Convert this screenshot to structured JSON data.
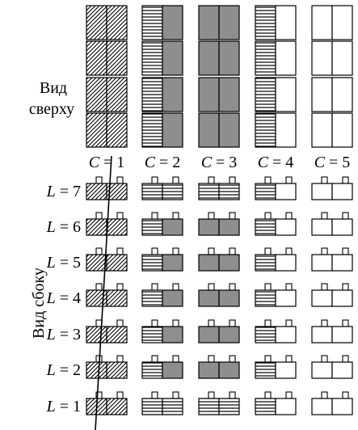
{
  "labels": {
    "top_view": [
      "Вид",
      "сверху"
    ],
    "side_view": "Вид сбоку",
    "c_symbol": "C",
    "l_symbol": "L",
    "equals": "="
  },
  "columns": [
    {
      "c": "1",
      "left": "diagonal",
      "right": "diagonal"
    },
    {
      "c": "2",
      "left": "horizontal",
      "right": "gray"
    },
    {
      "c": "3",
      "left": "gray",
      "right": "gray"
    },
    {
      "c": "4",
      "left": "horizontal",
      "right": "white"
    },
    {
      "c": "5",
      "left": "white",
      "right": "white"
    }
  ],
  "rows": [
    {
      "l": "7",
      "cells": [
        [
          "diagonal",
          "diagonal"
        ],
        [
          "horizontal",
          "horizontal"
        ],
        [
          "horizontal",
          "horizontal"
        ],
        [
          "horizontal",
          "white"
        ],
        [
          "white",
          "white"
        ]
      ]
    },
    {
      "l": "6",
      "cells": [
        [
          "diagonal",
          "diagonal"
        ],
        [
          "horizontal",
          "gray"
        ],
        [
          "gray",
          "gray"
        ],
        [
          "horizontal",
          "white"
        ],
        [
          "white",
          "white"
        ]
      ]
    },
    {
      "l": "5",
      "cells": [
        [
          "diagonal",
          "diagonal"
        ],
        [
          "horizontal",
          "gray"
        ],
        [
          "gray",
          "gray"
        ],
        [
          "horizontal",
          "white"
        ],
        [
          "white",
          "white"
        ]
      ]
    },
    {
      "l": "4",
      "cells": [
        [
          "diagonal",
          "diagonal"
        ],
        [
          "horizontal",
          "gray"
        ],
        [
          "gray",
          "gray"
        ],
        [
          "horizontal",
          "white"
        ],
        [
          "white",
          "white"
        ]
      ]
    },
    {
      "l": "3",
      "cells": [
        [
          "diagonal",
          "diagonal"
        ],
        [
          "horizontal",
          "gray"
        ],
        [
          "gray",
          "gray"
        ],
        [
          "horizontal",
          "white"
        ],
        [
          "white",
          "white"
        ]
      ]
    },
    {
      "l": "2",
      "cells": [
        [
          "diagonal",
          "diagonal"
        ],
        [
          "horizontal",
          "gray"
        ],
        [
          "gray",
          "gray"
        ],
        [
          "horizontal",
          "white"
        ],
        [
          "white",
          "white"
        ]
      ]
    },
    {
      "l": "1",
      "cells": [
        [
          "diagonal",
          "diagonal"
        ],
        [
          "horizontal",
          "horizontal"
        ],
        [
          "horizontal",
          "horizontal"
        ],
        [
          "horizontal",
          "white"
        ],
        [
          "white",
          "white"
        ]
      ]
    }
  ],
  "colors": {
    "gray": "#8e8e8e",
    "line": "#000000",
    "white": "#ffffff"
  }
}
